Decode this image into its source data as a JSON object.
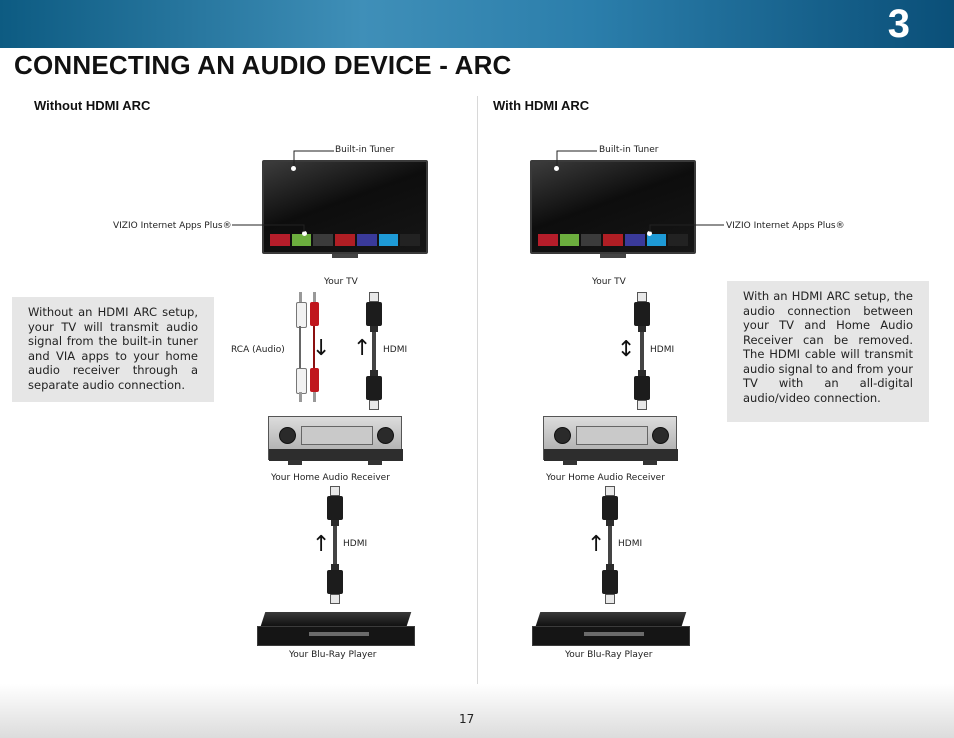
{
  "header": {
    "chapter_number": "3",
    "title": "CONNECTING AN AUDIO DEVICE - ARC"
  },
  "left": {
    "heading": "Without HDMI ARC",
    "built_in_tuner": "Built-in Tuner",
    "apps_plus": "VIZIO Internet Apps Plus®",
    "your_tv": "Your TV",
    "rca_audio": "RCA (Audio)",
    "hdmi_top": "HDMI",
    "receiver": "Your Home Audio Receiver",
    "hdmi_bottom": "HDMI",
    "blu_ray": "Your Blu-Ray Player",
    "note": "Without an HDMI ARC setup, your TV will transmit audio signal from the built-in tuner and VIA apps to your home audio receiver through a separate audio connection."
  },
  "right": {
    "heading": "With HDMI ARC",
    "built_in_tuner": "Built-in Tuner",
    "apps_plus": "VIZIO Internet Apps Plus®",
    "your_tv": "Your TV",
    "hdmi_top": "HDMI",
    "receiver": "Your Home Audio Receiver",
    "hdmi_bottom": "HDMI",
    "blu_ray": "Your Blu-Ray Player",
    "note": "With an HDMI ARC setup, the audio connection between your TV and Home Audio Receiver can be removed. The HDMI cable will transmit audio signal to and from your TV with an all-digital audio/video connection."
  },
  "footer": {
    "page_number": "17"
  },
  "colors": {
    "header_blue": "#1f6f9c",
    "note_gray": "#e6e6e6",
    "rca_red": "#c0161d",
    "rca_white": "#f2f2f2"
  },
  "icons": [
    "up-arrow-icon",
    "down-arrow-icon",
    "up-down-arrow-icon"
  ]
}
